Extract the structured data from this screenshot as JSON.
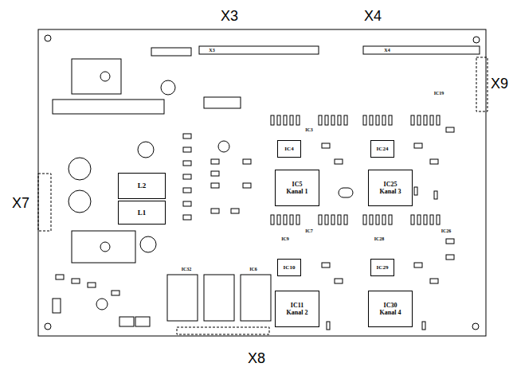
{
  "diagram": {
    "nodes": [
      {
        "text": [
          "IC4"
        ]
      },
      {
        "text": [
          "IC24"
        ]
      },
      {
        "text": [
          "IC5",
          "Kanal 1"
        ]
      },
      {
        "text": [
          "IC25",
          "Kanal 3"
        ]
      },
      {
        "text": [
          "L2"
        ]
      },
      {
        "text": [
          "L1"
        ]
      },
      {
        "text": [
          "IC10"
        ]
      },
      {
        "text": [
          "IC29"
        ]
      },
      {
        "text": [
          "IC11",
          "Kanal 2"
        ]
      },
      {
        "text": [
          "IC30",
          "Kanal 4"
        ]
      }
    ],
    "labels": [
      "X3",
      "X4",
      "X9",
      "X7",
      "X8",
      "X3",
      "X4",
      "IC3",
      "IC19",
      "IC7",
      "IC26",
      "IC9",
      "IC28",
      "IC32",
      "IC6"
    ]
  }
}
